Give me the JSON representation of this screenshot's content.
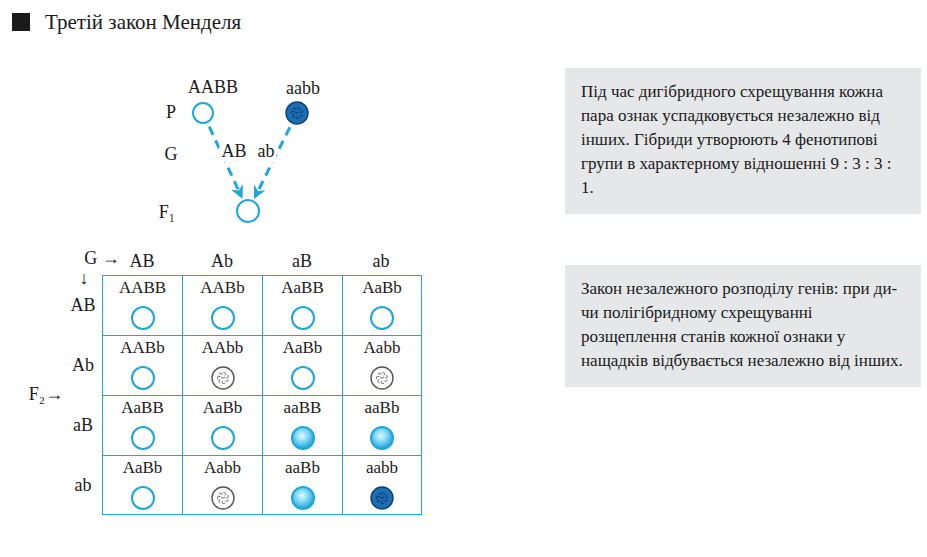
{
  "diagram": {
    "title": "Третій закон Менделя",
    "nodes": [
      {
        "text": [
          "AABB"
        ]
      },
      {
        "text": [
          "aabb"
        ]
      },
      {
        "text": [
          "F₁"
        ]
      },
      {
        "text": [
          "Під час дигібридного схрещування кожна пара ознак успадковується незалежно від інших. Гібриди утворюють 4 фенотипові групи в характерному відношенні 9 : 3 : 3 : 1."
        ]
      },
      {
        "text": [
          "AABB"
        ]
      },
      {
        "text": [
          "AABb"
        ]
      },
      {
        "text": [
          "AaBB"
        ]
      },
      {
        "text": [
          "AaBb"
        ]
      },
      {
        "text": [
          "AABb"
        ]
      },
      {
        "text": [
          "AAbb"
        ]
      },
      {
        "text": [
          "AaBb"
        ]
      },
      {
        "text": [
          "Aabb"
        ]
      },
      {
        "text": [
          "AaBB"
        ]
      },
      {
        "text": [
          "AaBb"
        ]
      },
      {
        "text": [
          "aaBB"
        ]
      },
      {
        "text": [
          "aaBb"
        ]
      },
      {
        "text": [
          "AaBb"
        ]
      },
      {
        "text": [
          "Aabb"
        ]
      },
      {
        "text": [
          "aaBb"
        ]
      },
      {
        "text": [
          "aabb"
        ]
      },
      {
        "text": [
          "Закон незалежного розподілу генів: при ди- чи полігібридному схрещуванні розщеплення станів кожної ознаки у нащадків відбувається незалежно від інших."
        ]
      }
    ],
    "edges": [
      {
        "from": 0,
        "to": 2,
        "arrow": "to",
        "label": "AB"
      },
      {
        "from": 1,
        "to": 2,
        "arrow": "to",
        "label": "ab"
      }
    ],
    "labels": [
      "P",
      "G",
      "G →",
      "↓",
      "AB",
      "Ab",
      "aB",
      "ab",
      "AB",
      "Ab",
      "aB",
      "ab",
      "F₂→"
    ]
  }
}
